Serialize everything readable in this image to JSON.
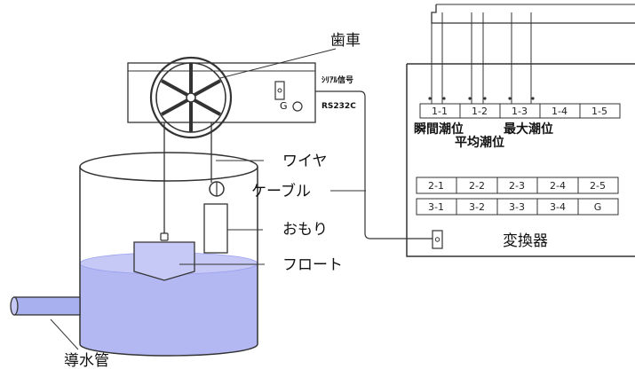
{
  "labels": {
    "gear": "歯車",
    "wire": "ワイヤ",
    "cable": "ケーブル",
    "weight": "おもり",
    "float": "フロート",
    "inlet_pipe": "導水管",
    "converter": "変換器",
    "serial_signal": "ｼﾘｱﾙ信号",
    "rs232c": "RS232C",
    "g_mark": "G",
    "instant_tide": "瞬間潮位",
    "average_tide": "平均潮位",
    "max_tide": "最大潮位"
  },
  "terminals": {
    "row1": [
      "1-1",
      "1-2",
      "1-3",
      "1-4",
      "1-5"
    ],
    "row2": [
      "2-1",
      "2-2",
      "2-3",
      "2-4",
      "2-5"
    ],
    "row3": [
      "3-1",
      "3-2",
      "3-3",
      "3-4",
      "G"
    ]
  },
  "colors": {
    "water": "#b3b8f2",
    "water_edge": "#9aa0ee",
    "pipe": "#a9b0f0",
    "line": "#333333"
  }
}
